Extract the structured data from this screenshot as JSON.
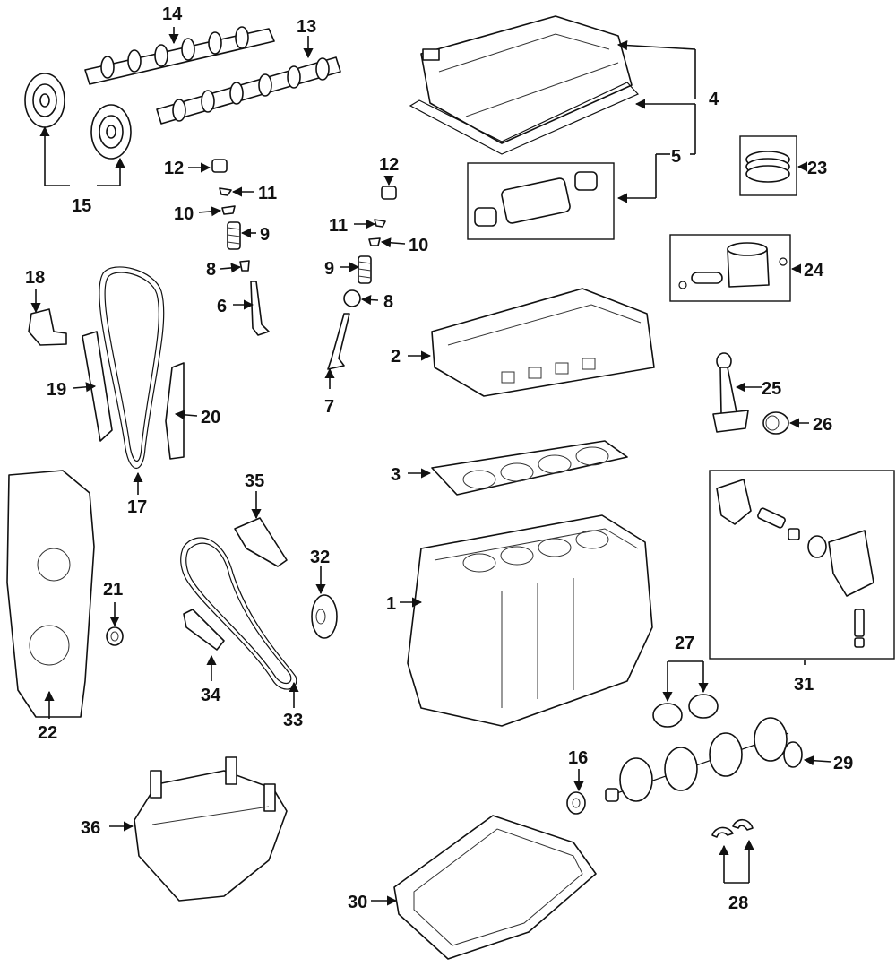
{
  "callouts": {
    "c1": "1",
    "c2": "2",
    "c3": "3",
    "c4": "4",
    "c5": "5",
    "c6": "6",
    "c7": "7",
    "c8a": "8",
    "c8b": "8",
    "c9a": "9",
    "c9b": "9",
    "c10a": "10",
    "c10b": "10",
    "c11a": "11",
    "c11b": "11",
    "c12a": "12",
    "c12b": "12",
    "c13": "13",
    "c14": "14",
    "c15": "15",
    "c16": "16",
    "c17": "17",
    "c18": "18",
    "c19": "19",
    "c20": "20",
    "c21": "21",
    "c22": "22",
    "c23": "23",
    "c24": "24",
    "c25": "25",
    "c26": "26",
    "c27": "27",
    "c28": "28",
    "c29": "29",
    "c30": "30",
    "c31": "31",
    "c32": "32",
    "c33": "33",
    "c34": "34",
    "c35": "35",
    "c36": "36"
  }
}
